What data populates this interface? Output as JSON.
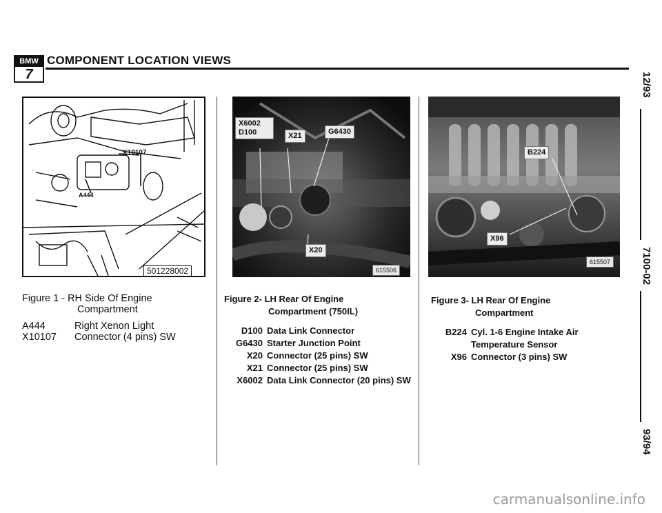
{
  "header": {
    "logo_brand": "BMW",
    "logo_number": "7",
    "title": "COMPONENT LOCATION VIEWS"
  },
  "side": {
    "date": "12/93",
    "page": "7100-02",
    "model_years": "93/94"
  },
  "figure1": {
    "callouts": [
      "X10107",
      "A444"
    ],
    "image_id": "501228002",
    "caption_title_line1": "Figure 1 - RH Side Of Engine",
    "caption_title_line2": "Compartment",
    "items": [
      {
        "code": "A444",
        "desc": "Right Xenon Light"
      },
      {
        "code": "X10107",
        "desc": "Connector (4 pins) SW"
      }
    ]
  },
  "figure2": {
    "callouts": [
      "X6002",
      "D100",
      "X21",
      "G6430",
      "X20"
    ],
    "image_id": "615506",
    "caption_title_line1": "Figure 2-  LH Rear Of Engine",
    "caption_title_line2": "Compartment (750IL)",
    "items": [
      {
        "code": "D100",
        "desc": "Data Link Connector"
      },
      {
        "code": "G6430",
        "desc": "Starter Junction Point"
      },
      {
        "code": "X20",
        "desc": "Connector (25 pins) SW"
      },
      {
        "code": "X21",
        "desc": "Connector (25 pins) SW"
      },
      {
        "code": "X6002",
        "desc": "Data Link Connector (20 pins) SW"
      }
    ]
  },
  "figure3": {
    "callouts": [
      "B224",
      "X96"
    ],
    "image_id": "615507",
    "caption_title_line1": "Figure 3-  LH Rear Of Engine",
    "caption_title_line2": "Compartment",
    "items": [
      {
        "code": "B224",
        "desc_line1": "Cyl. 1-6 Engine Intake Air",
        "desc_line2": "Temperature Sensor"
      },
      {
        "code": "X96",
        "desc": "Connector (3 pins) SW"
      }
    ]
  },
  "watermark": "carmanualsonline.info"
}
